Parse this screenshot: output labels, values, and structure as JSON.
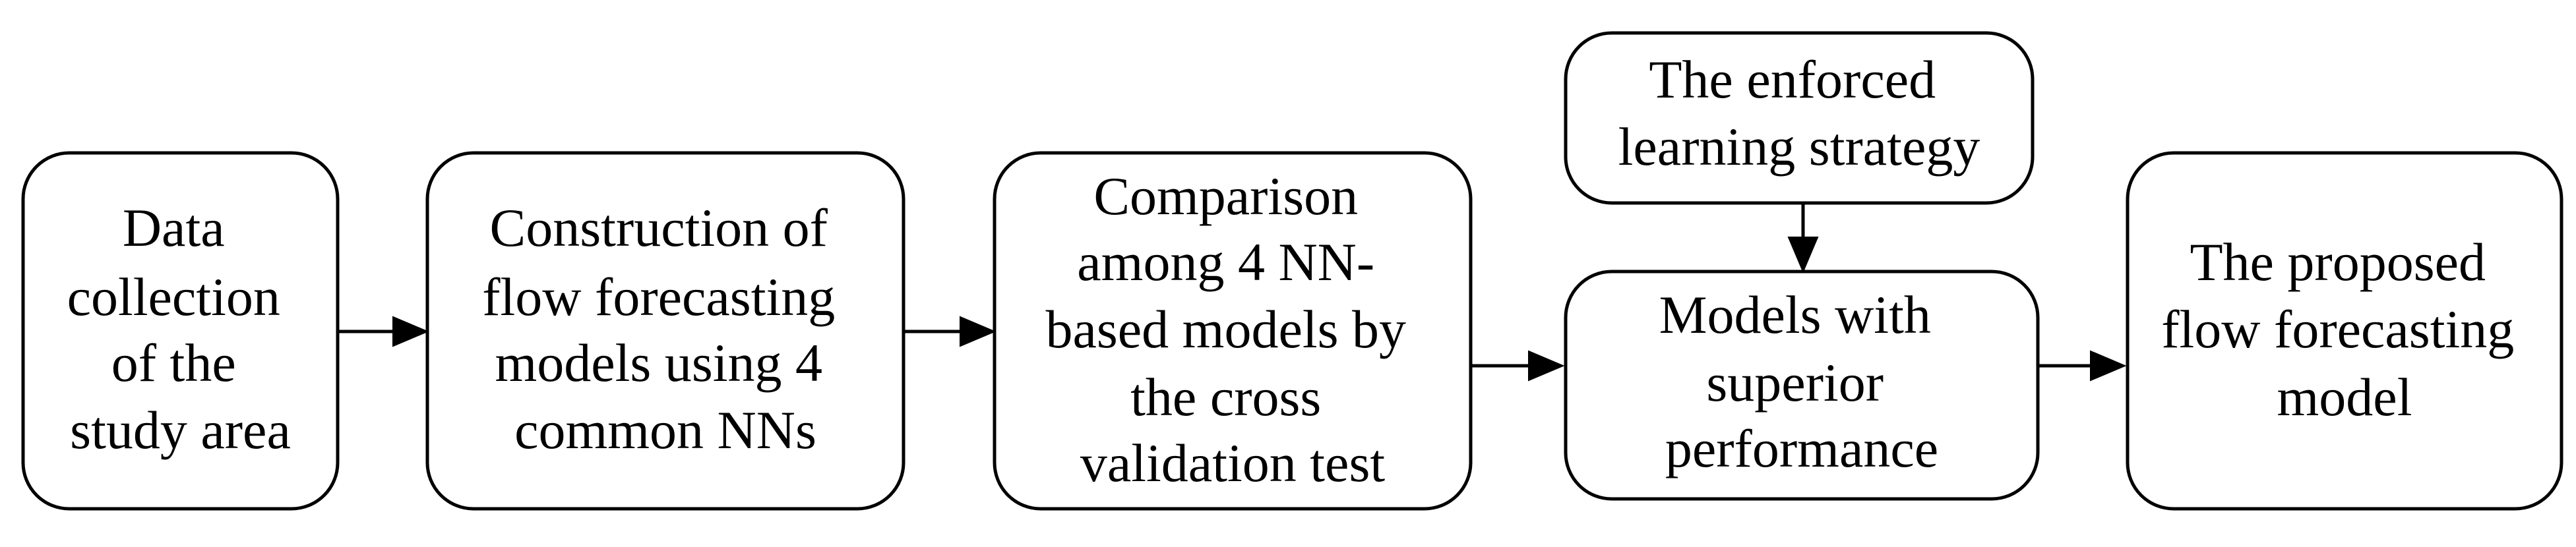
{
  "diagram": {
    "nodes": [
      {
        "id": "data-collection",
        "lines": [
          "Data",
          "collection",
          "of the",
          "study area"
        ]
      },
      {
        "id": "construction",
        "lines": [
          "Construction of",
          "flow forecasting",
          "models using 4",
          "common NNs"
        ]
      },
      {
        "id": "comparison",
        "lines": [
          "Comparison",
          "among 4 NN-",
          "based models by",
          "the cross",
          "validation test"
        ]
      },
      {
        "id": "enforced-learning",
        "lines": [
          "The enforced",
          "learning strategy"
        ]
      },
      {
        "id": "superior-models",
        "lines": [
          "Models with",
          "superior",
          "performance"
        ]
      },
      {
        "id": "proposed-model",
        "lines": [
          "The proposed",
          "flow forecasting",
          "model"
        ]
      }
    ],
    "edges": [
      {
        "from": "data-collection",
        "to": "construction"
      },
      {
        "from": "construction",
        "to": "comparison"
      },
      {
        "from": "comparison",
        "to": "superior-models"
      },
      {
        "from": "enforced-learning",
        "to": "superior-models"
      },
      {
        "from": "superior-models",
        "to": "proposed-model"
      }
    ]
  }
}
